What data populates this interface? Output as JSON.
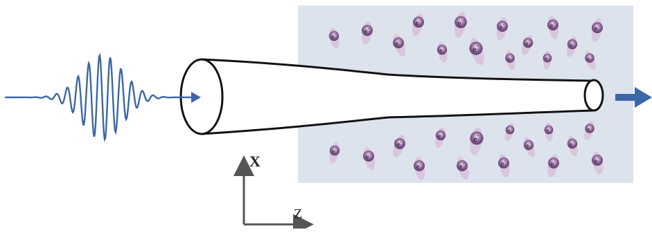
{
  "colors": {
    "plasma_region": "#dde3ec",
    "laser_pulse": "#3c67a6",
    "arrow": "#3c67a6",
    "electron_dark": "#7a4f86",
    "electron_light": "#d7c2de",
    "axis": "#555555"
  },
  "axes": {
    "x_label": "X",
    "z_label": "Z"
  },
  "electron": {
    "symbol": "e",
    "superscript": "-"
  }
}
